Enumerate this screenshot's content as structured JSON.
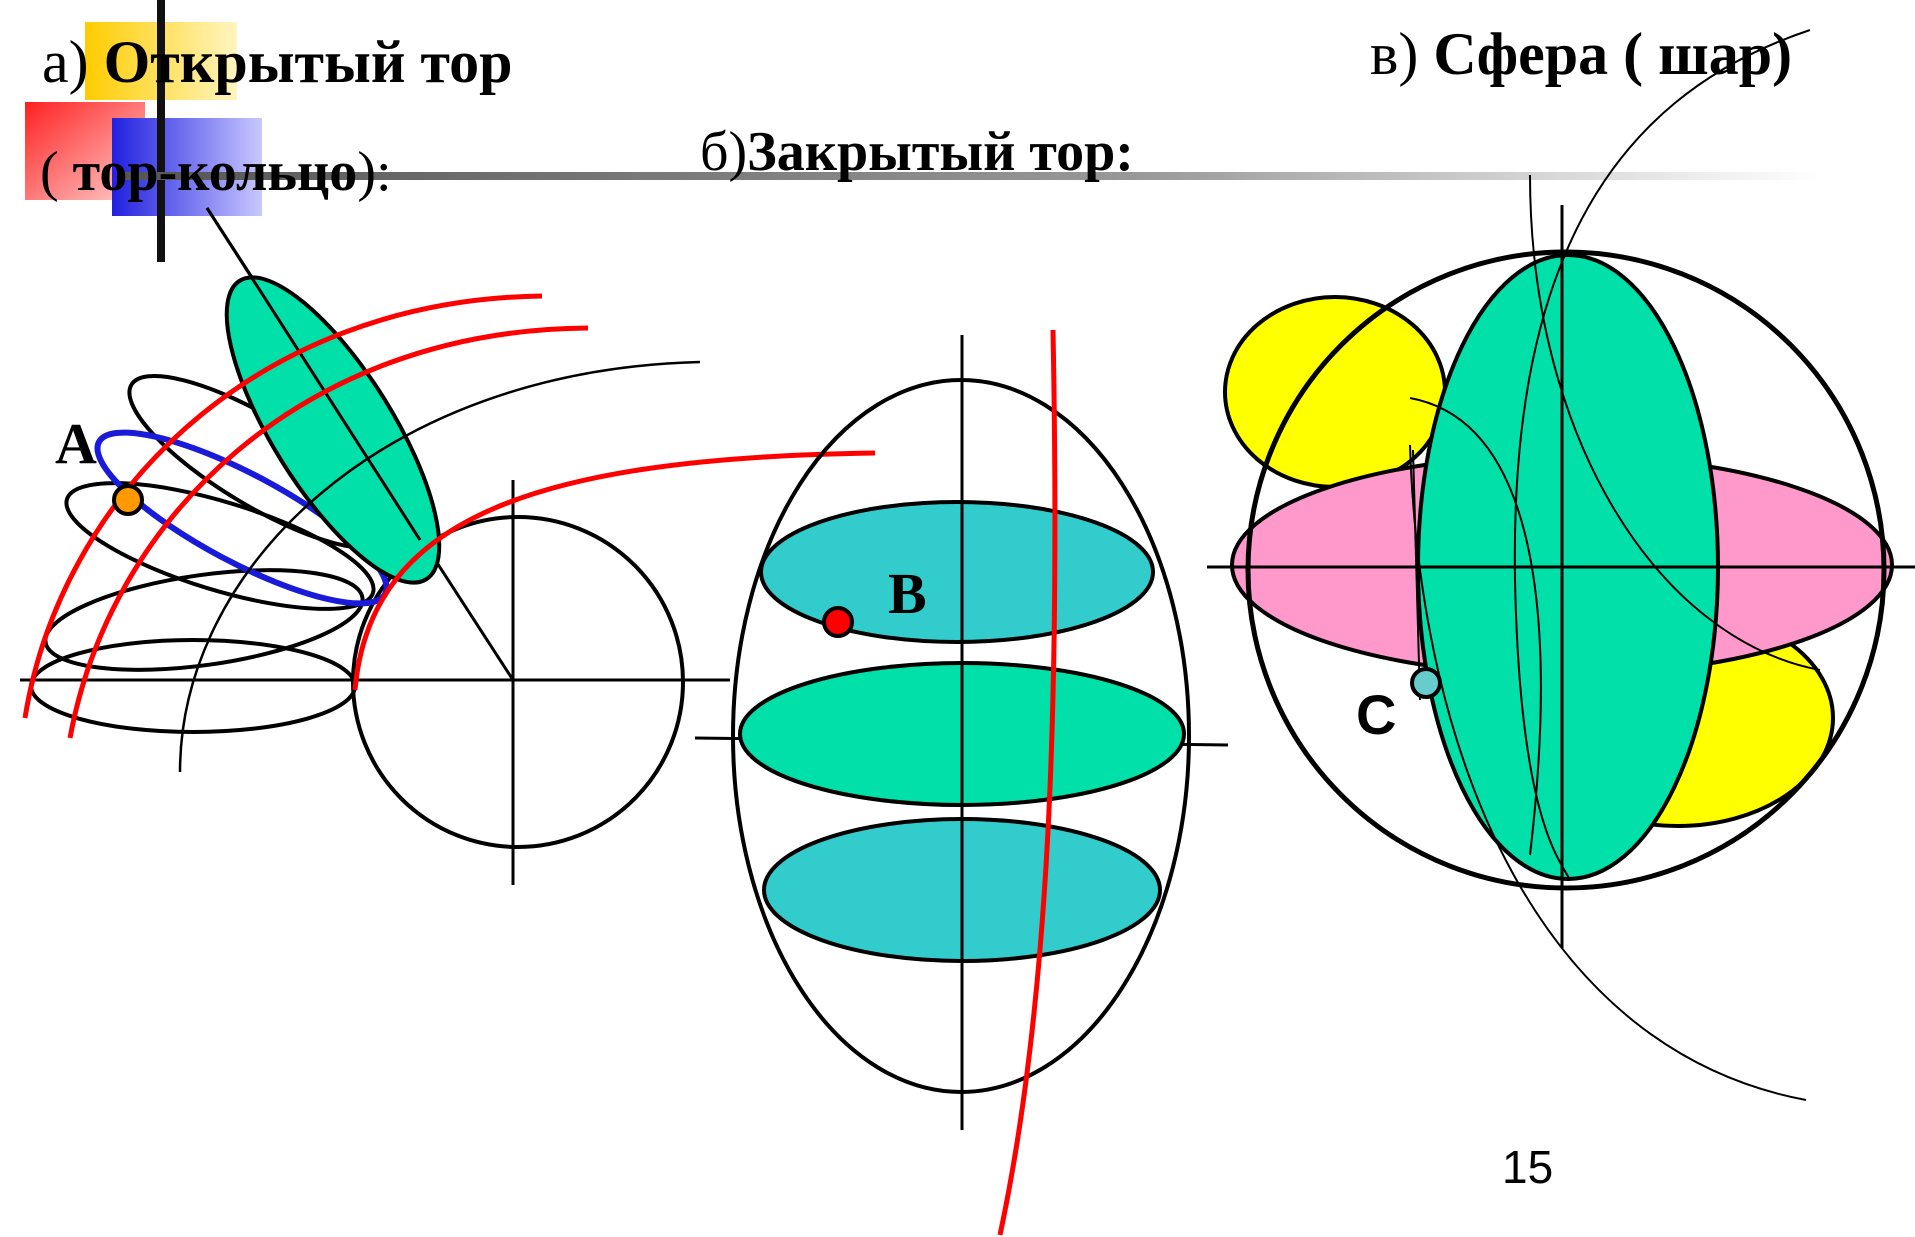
{
  "titles": {
    "a_prefix": "а)",
    "a_bold": "Открытый тор",
    "a_line2_open": "(",
    "a_line2_bold": "тор-кольцо",
    "a_line2_close": "):",
    "b_prefix": "б)",
    "b_bold": "Закрытый тор:",
    "c_prefix": "в)",
    "c_bold": "Сфера ( шар)"
  },
  "points": {
    "a": "А",
    "b": "В",
    "c": "С"
  },
  "page_number": "15",
  "colors": {
    "red_curve": "#ff0000",
    "green_fill": "#00e0a8",
    "teal_fill": "#33cccc",
    "pink_fill": "#ff99cc",
    "yellow_fill": "#ffff00",
    "blue_outline": "#1a1ad9",
    "point_a": "#ff9900",
    "point_b": "#ff0000",
    "point_c": "#66cccc",
    "deco_yellow": "#ffd700",
    "deco_red": "#ff2020",
    "deco_blue": "#3030e0"
  }
}
